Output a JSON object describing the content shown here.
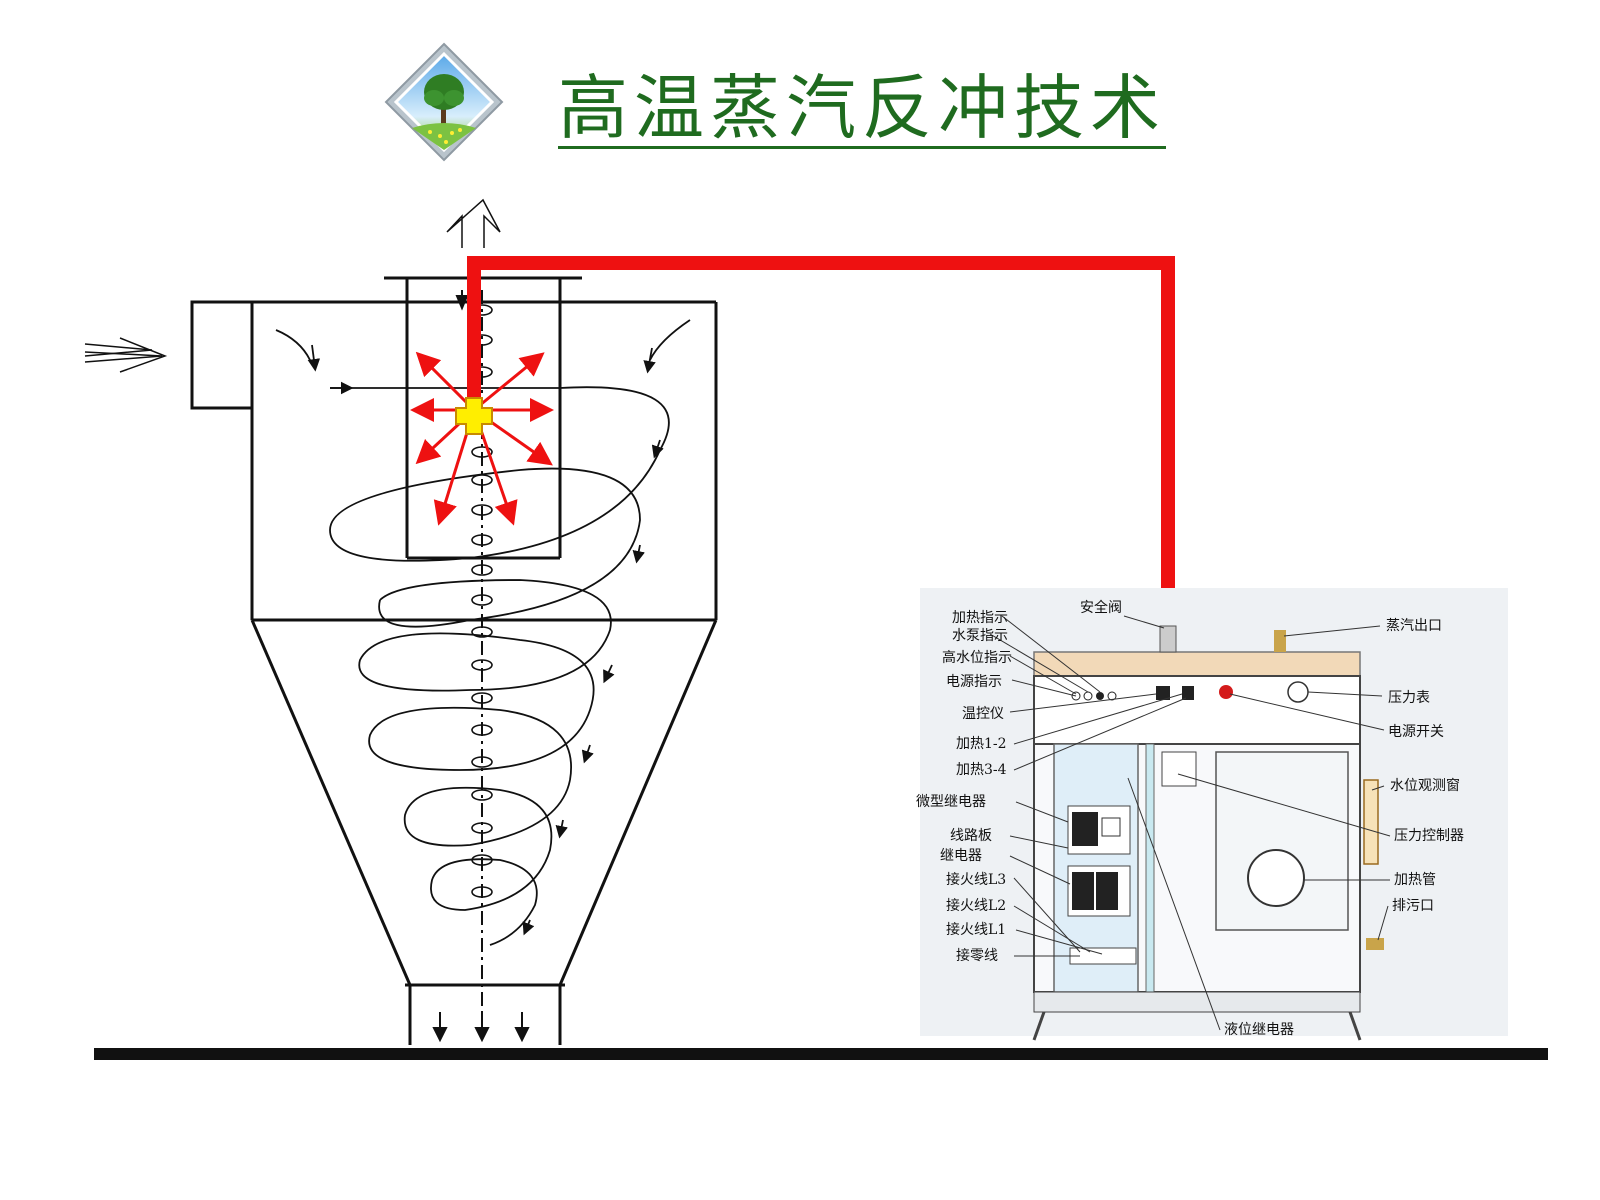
{
  "slide": {
    "title": "高温蒸汽反冲技术"
  },
  "boiler_labels": {
    "heating_indicator": "加热指示",
    "pump_indicator": "水泵指示",
    "high_water_indicator": "高水位指示",
    "power_indicator": "电源指示",
    "temp_controller": "温控仪",
    "heating_1_2": "加热1-2",
    "heating_3_4": "加热3-4",
    "micro_relay": "微型继电器",
    "circuit_board": "线路板",
    "relay": "继电器",
    "live_l3": "接火线L3",
    "live_l2": "接火线L2",
    "live_l1": "接火线L1",
    "neutral": "接零线",
    "safety_valve": "安全阀",
    "steam_outlet": "蒸汽出口",
    "pressure_gauge": "压力表",
    "power_switch": "电源开关",
    "water_window": "水位观测窗",
    "pressure_controller": "压力控制器",
    "heating_tube": "加热管",
    "drain": "排污口",
    "level_relay": "液位继电器"
  },
  "colors": {
    "title": "#1f6b1f",
    "steam_pipe": "#ee1111",
    "nozzle": "#ffee00",
    "ground": "#111111"
  },
  "icons": {
    "logo": "tree-diamond-logo",
    "inlet_arrow": "double-arrow-right-icon",
    "outlet_arrow": "double-arrow-up-icon"
  }
}
